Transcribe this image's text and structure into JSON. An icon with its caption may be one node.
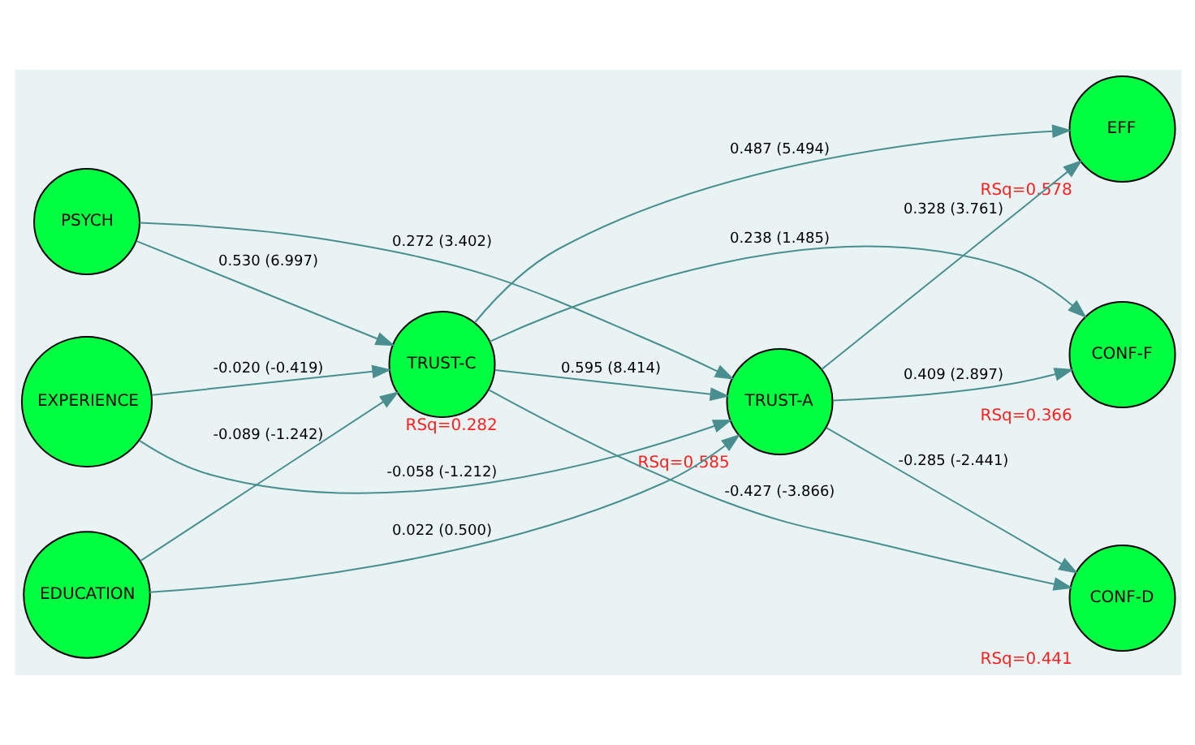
{
  "diagram": {
    "nodes": [
      {
        "text": [
          "EDUCATION"
        ]
      },
      {
        "text": [
          "CONF-D"
        ],
        "beside": [
          "RSq=0.441"
        ]
      },
      {
        "text": [
          "TRUST-C"
        ],
        "beside": [
          "RSq=0.282"
        ]
      },
      {
        "text": [
          "CONF-F"
        ],
        "beside": [
          "RSq=0.366"
        ]
      },
      {
        "text": [
          "EXPERIENCE"
        ]
      },
      {
        "text": [
          "TRUST-A"
        ],
        "beside": [
          "RSq=0.585"
        ]
      },
      {
        "text": [
          "PSYCH"
        ]
      },
      {
        "text": [
          "EFF"
        ],
        "beside": [
          "RSq=0.578"
        ]
      }
    ],
    "edges": [
      {
        "from": 0,
        "to": 2,
        "arrow": "to",
        "label": "-0.089 (-1.242)"
      },
      {
        "from": 0,
        "to": 5,
        "arrow": "to",
        "label": "0.022 (0.500)"
      },
      {
        "from": 4,
        "to": 2,
        "arrow": "to",
        "label": "-0.020 (-0.419)"
      },
      {
        "from": 4,
        "to": 5,
        "arrow": "to",
        "label": "-0.058 (-1.212)"
      },
      {
        "from": 6,
        "to": 2,
        "arrow": "to",
        "label": "0.530 (6.997)"
      },
      {
        "from": 6,
        "to": 5,
        "arrow": "to",
        "label": "0.272 (3.402)"
      },
      {
        "from": 2,
        "to": 1,
        "arrow": "to",
        "label": "-0.427 (-3.866)"
      },
      {
        "from": 2,
        "to": 3,
        "arrow": "to",
        "label": "0.238 (1.485)"
      },
      {
        "from": 2,
        "to": 5,
        "arrow": "to",
        "label": "0.595 (8.414)"
      },
      {
        "from": 2,
        "to": 7,
        "arrow": "to",
        "label": "0.487 (5.494)"
      },
      {
        "from": 5,
        "to": 1,
        "arrow": "to",
        "label": "-0.285 (-2.441)"
      },
      {
        "from": 5,
        "to": 3,
        "arrow": "to",
        "label": "0.409 (2.897)"
      },
      {
        "from": 5,
        "to": 7,
        "arrow": "to",
        "label": "0.328 (3.761)"
      }
    ]
  }
}
